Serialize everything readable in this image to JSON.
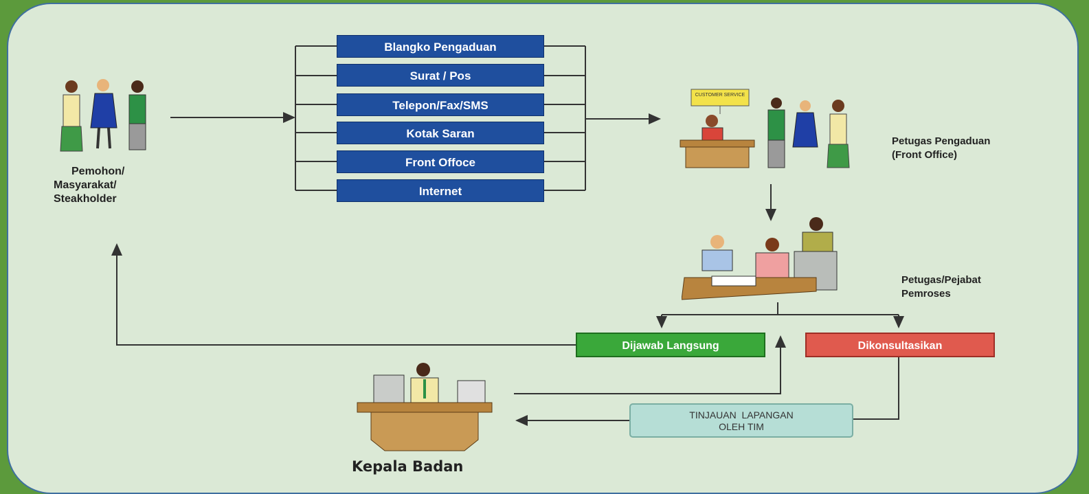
{
  "channels": [
    "Blangko Pengaduan",
    "Surat / Pos",
    "Telepon/Fax/SMS",
    "Kotak Saran",
    "Front Offoce",
    "Internet"
  ],
  "actors": {
    "applicant": [
      "Pemohon/",
      "Masyarakat/",
      "Steakholder"
    ],
    "front_office": [
      "Petugas Pengaduan",
      "(Front Office)"
    ],
    "processor": [
      "Petugas/Pejabat",
      "Pemroses"
    ],
    "head": "Kepala Badan"
  },
  "outcomes": {
    "direct": "Dijawab Langsung",
    "consult": "Dikonsultasikan"
  },
  "review": [
    "TINJAUAN  LAPANGAN",
    "OLEH TIM"
  ],
  "sign_text": "CUSTOMER SERVICE",
  "colors": {
    "channel": "#1f4f9e",
    "direct": "#3aa83a",
    "consult": "#e05a4e",
    "review": "#b6ded6",
    "background": "#dbe9d6",
    "frame": "#5c9a3c"
  }
}
